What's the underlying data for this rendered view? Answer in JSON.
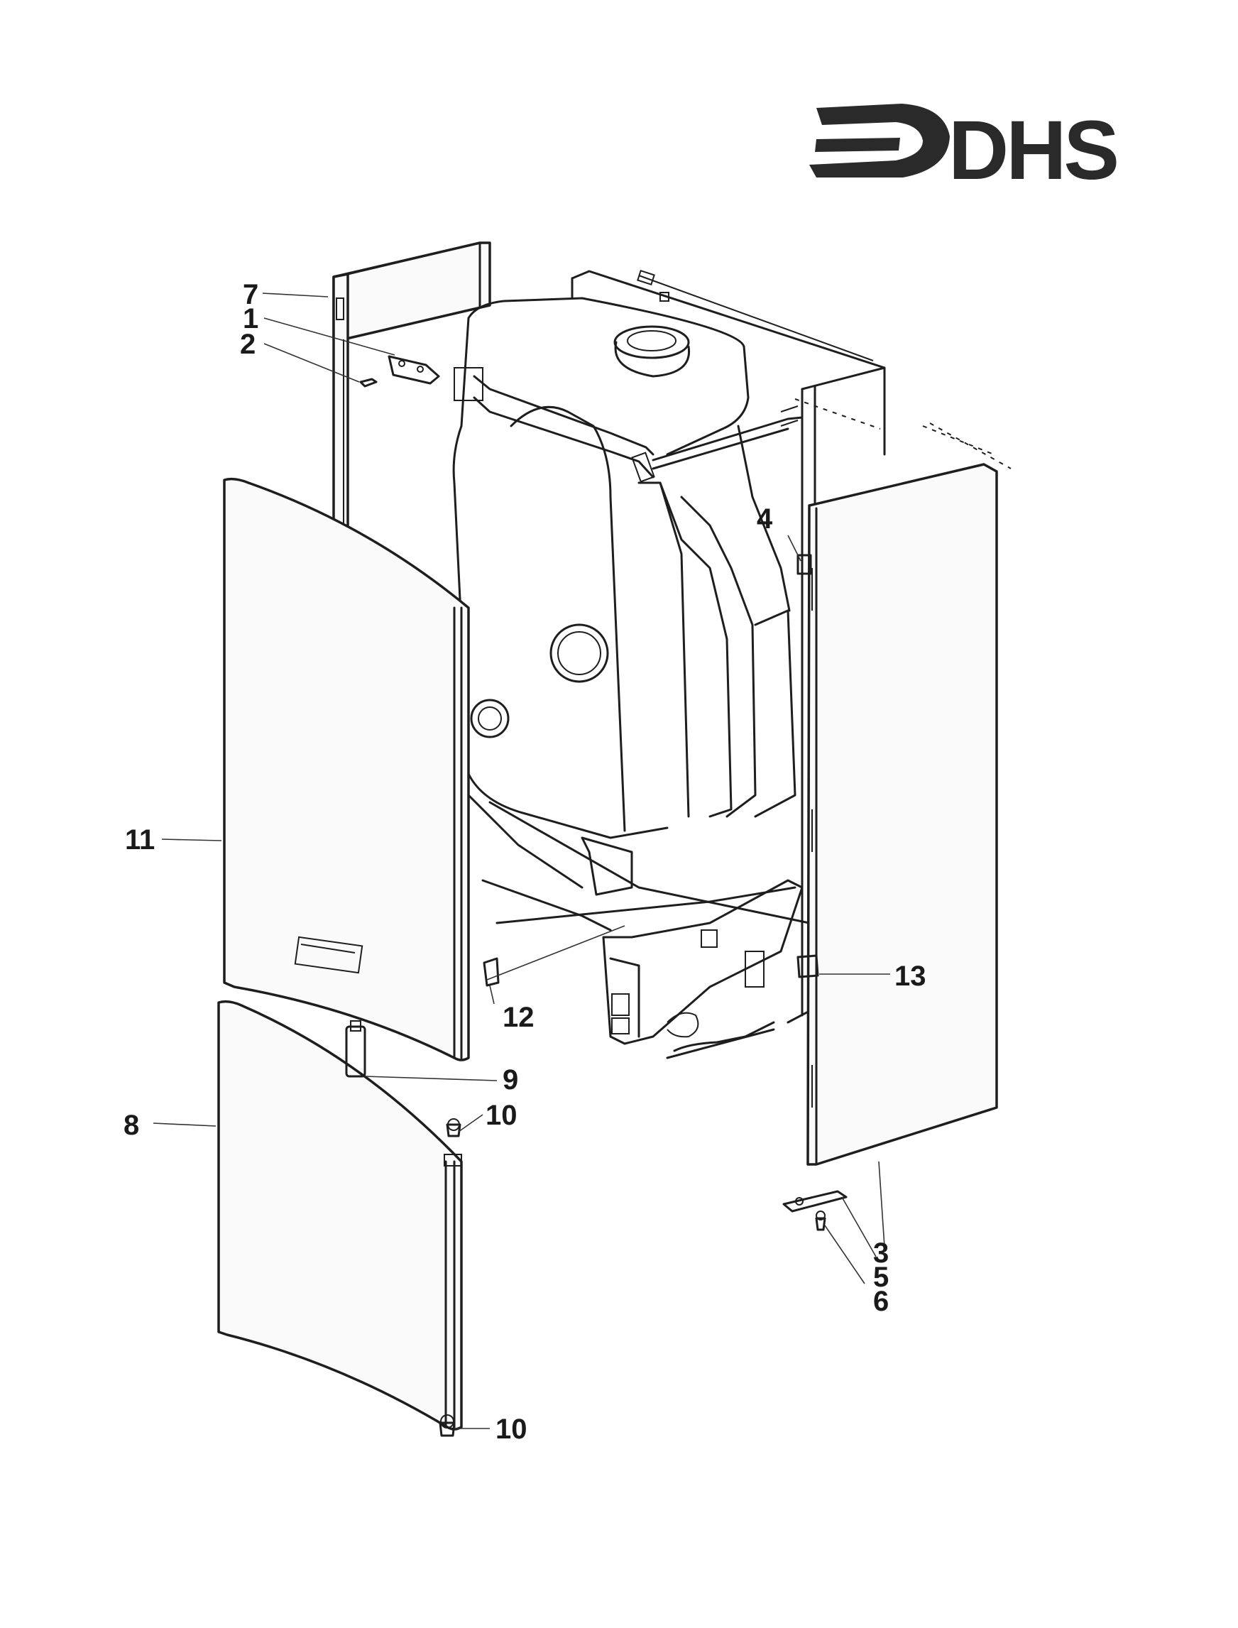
{
  "logo": {
    "text": "DHS"
  },
  "callouts": [
    "1",
    "2",
    "3",
    "4",
    "5",
    "6",
    "7",
    "8",
    "9",
    "10",
    "10",
    "11",
    "12",
    "13"
  ]
}
